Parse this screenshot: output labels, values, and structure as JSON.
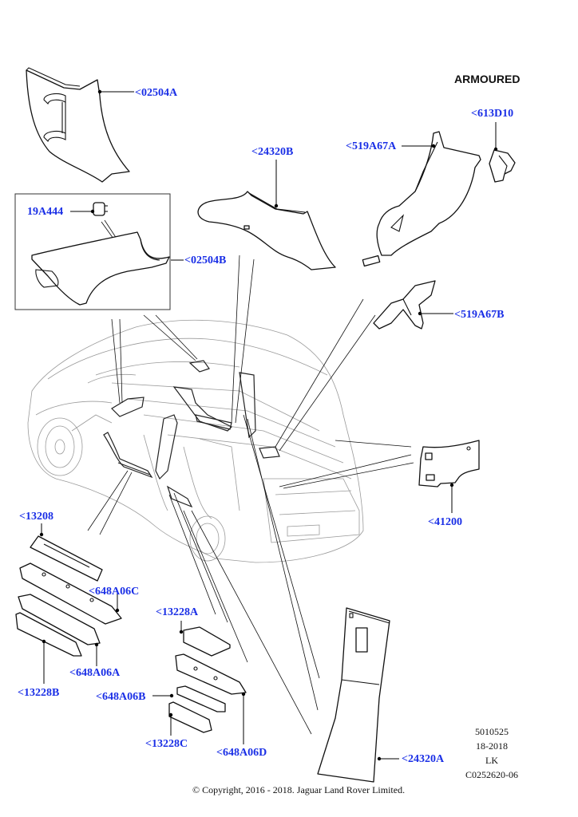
{
  "diagram": {
    "title": "ARMOURED",
    "part_callouts": [
      {
        "id": "02504A",
        "label": "<02504A"
      },
      {
        "id": "19A444",
        "label": "19A444"
      },
      {
        "id": "02504B",
        "label": "<02504B"
      },
      {
        "id": "24320B",
        "label": "<24320B"
      },
      {
        "id": "519A67A",
        "label": "<519A67A"
      },
      {
        "id": "613D10",
        "label": "<613D10"
      },
      {
        "id": "519A67B",
        "label": "<519A67B"
      },
      {
        "id": "41200",
        "label": "<41200"
      },
      {
        "id": "13208",
        "label": "<13208"
      },
      {
        "id": "648A06C",
        "label": "<648A06C"
      },
      {
        "id": "648A06A",
        "label": "<648A06A"
      },
      {
        "id": "13228B",
        "label": "<13228B"
      },
      {
        "id": "13228A",
        "label": "<13228A"
      },
      {
        "id": "648A06B",
        "label": "<648A06B"
      },
      {
        "id": "13228C",
        "label": "<13228C"
      },
      {
        "id": "648A06D",
        "label": "<648A06D"
      },
      {
        "id": "24320A",
        "label": "<24320A"
      }
    ],
    "reference_block": {
      "line1": "5010525",
      "line2": "18-2018",
      "line3": "LK",
      "line4": "C0252620-06"
    },
    "copyright": "© Copyright, 2016 - 2018. Jaguar Land Rover Limited.",
    "colors": {
      "callout_text": "#1a2fe6",
      "line_art": "#111111",
      "vehicle_outline": "#9a9a9a"
    }
  }
}
